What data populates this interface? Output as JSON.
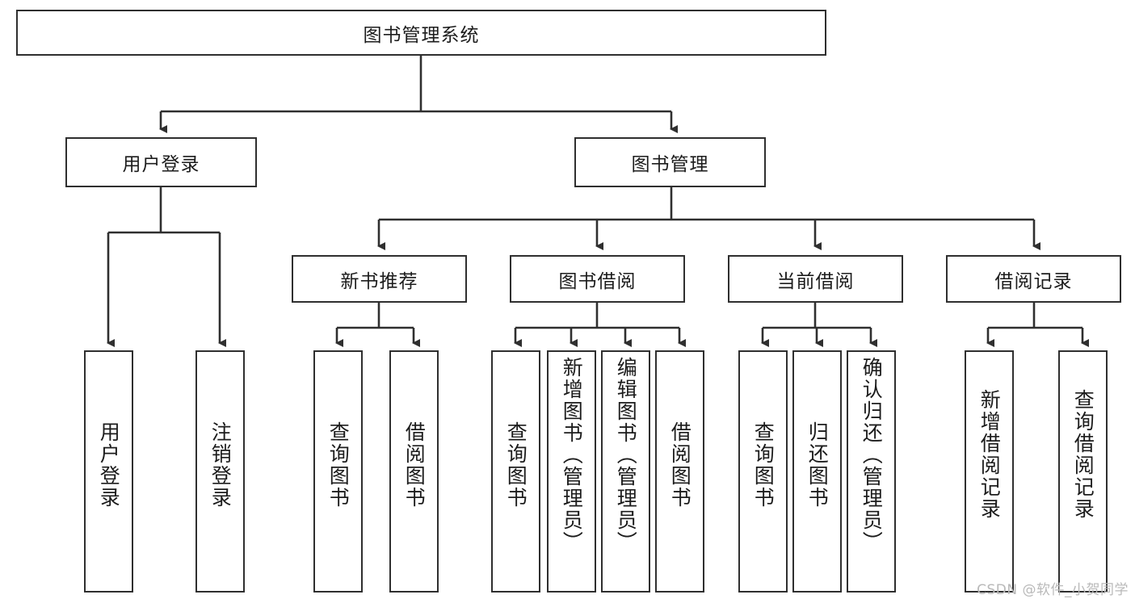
{
  "diagram": {
    "title": "图书管理系统",
    "type": "hierarchy-tree",
    "watermark": "CSDN @软件_小贺同学",
    "colors": {
      "box_border": "#2f2f2f",
      "box_fill": "#ffffff",
      "connector": "#2f2f2f",
      "text": "#1c1c1c",
      "watermark": "#b9b9b9",
      "background": "#ffffff"
    },
    "root": {
      "label": "图书管理系统"
    },
    "level2": [
      {
        "label": "用户登录"
      },
      {
        "label": "图书管理"
      }
    ],
    "level3": [
      {
        "label": "新书推荐"
      },
      {
        "label": "图书借阅"
      },
      {
        "label": "当前借阅"
      },
      {
        "label": "借阅记录"
      }
    ],
    "leaves": {
      "user_login": [
        {
          "label": "用户登录"
        },
        {
          "label": "注销登录"
        }
      ],
      "new_book_recommend": [
        {
          "label": "查询图书"
        },
        {
          "label": "借阅图书"
        }
      ],
      "book_borrow": [
        {
          "label": "查询图书"
        },
        {
          "label": "新增图书（管理员）"
        },
        {
          "label": "编辑图书（管理员）"
        },
        {
          "label": "借阅图书"
        }
      ],
      "current_borrow": [
        {
          "label": "查询图书"
        },
        {
          "label": "归还图书"
        },
        {
          "label": "确认归还（管理员）"
        }
      ],
      "borrow_record": [
        {
          "label": "新增借阅记录"
        },
        {
          "label": "查询借阅记录"
        }
      ]
    }
  }
}
